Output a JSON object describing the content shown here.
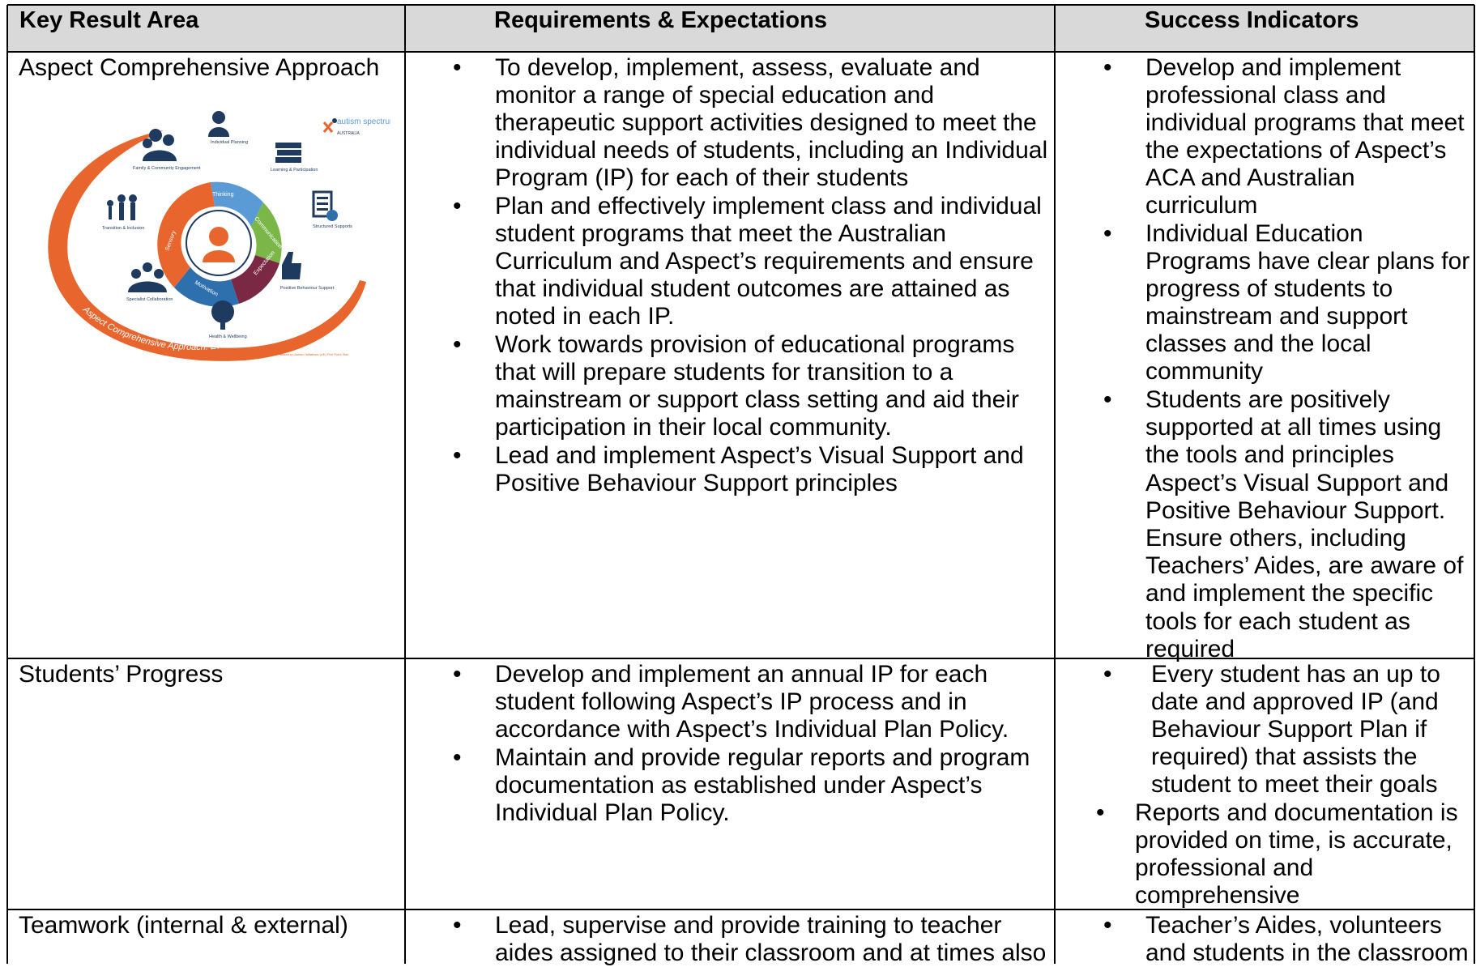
{
  "headers": [
    "Key Result Area",
    "Requirements & Expectations",
    "Success Indicators"
  ],
  "rows": [
    {
      "area": "Aspect Comprehensive Approach",
      "requirements": [
        "To develop, implement, assess, evaluate and monitor a range of special education and therapeutic support activities designed to meet the individual needs of students, including an Individual Program (IP) for each of their students",
        "Plan and effectively implement class and individual student programs that meet the Australian Curriculum and Aspect’s requirements and ensure that individual student outcomes are attained as noted in each IP.",
        "Work towards provision of educational programs that will prepare students for transition to a mainstream or support class setting and aid their participation in their local community.",
        "Lead and implement Aspect’s Visual Support and Positive Behaviour Support principles"
      ],
      "indicators": [
        "Develop and implement professional class and individual programs that meet the expectations of Aspect’s ACA and Australian curriculum",
        "Individual Education Programs have clear plans for progress of students to mainstream and  support classes and the local community",
        "Students are positively supported at all times using the tools and principles Aspect’s Visual Support and Positive Behaviour Support. Ensure others, including Teachers’ Aides, are aware of and implement the specific tools for each student as required"
      ]
    },
    {
      "area": "Students’ Progress",
      "requirements": [
        "Develop and implement an annual IP for each student following Aspect’s IP process and in accordance with Aspect’s Individual Plan Policy.",
        "Maintain and provide regular reports and program documentation as established under Aspect’s Individual Plan Policy."
      ],
      "indicators": [
        "Every student has an up to date and approved IP (and Behaviour Support Plan if required) that assists the student to meet their goals",
        "Reports and documentation is provided on time, is accurate, professional and comprehensive"
      ]
    },
    {
      "area": "Teamwork (internal & external)",
      "requirements": [
        "Lead, supervise and provide training to teacher aides assigned to their classroom and at times also"
      ],
      "indicators": [
        "Teacher’s Aides, volunteers and students in the classroom"
      ]
    }
  ],
  "diagram": {
    "logo": "autism spectrum",
    "logo_sub": "AUSTRALIA",
    "ring_labels": [
      "Thinking",
      "Communication",
      "Expectation",
      "Motivation",
      "Sensory"
    ],
    "items": [
      "Individual Planning",
      "Learning & Participation",
      "Structured Supports",
      "Positive Behaviour Support",
      "Health & Wellbeing",
      "Specialist Collaboration",
      "Transition & Inclusion",
      "Family & Community Engagement"
    ],
    "arc_text": "Aspect Comprehensive Approach: Evidence Informed Practice",
    "footnote": "*Based on Autism Initiatives (UK) Five Point Star",
    "colors": {
      "orange": "#e8662e",
      "navy": "#1f3a5f",
      "blue": "#5b9bd5",
      "green": "#7ab648",
      "maroon": "#7a2843"
    }
  }
}
